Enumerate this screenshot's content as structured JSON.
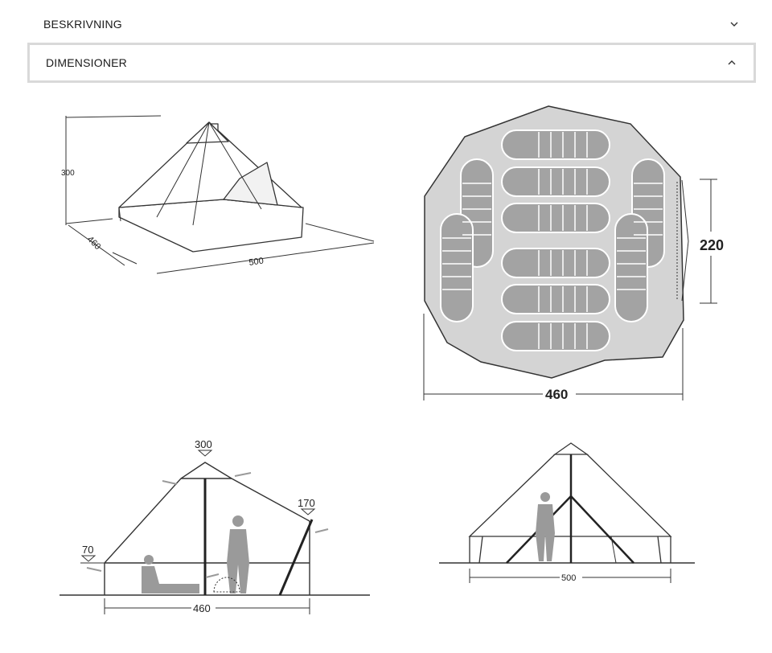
{
  "accordion": {
    "items": [
      {
        "label": "BESKRIVNING",
        "icon": "chevron-down-icon",
        "state": "collapsed"
      },
      {
        "label": "DIMENSIONER",
        "icon": "chevron-up-icon",
        "state": "expanded"
      }
    ]
  },
  "dimensions": {
    "perspective": {
      "height": "300",
      "depth": "460",
      "width": "500"
    },
    "floorplan": {
      "door_width": "220",
      "width": "460"
    },
    "side": {
      "peak": "300",
      "wall_high": "170",
      "wall_low": "70",
      "width": "460"
    },
    "front": {
      "width": "500"
    }
  },
  "colors": {
    "floor": "#d4d4d4",
    "bag": "#a3a3a3",
    "figure": "#9a9a9a",
    "line": "#333333"
  }
}
